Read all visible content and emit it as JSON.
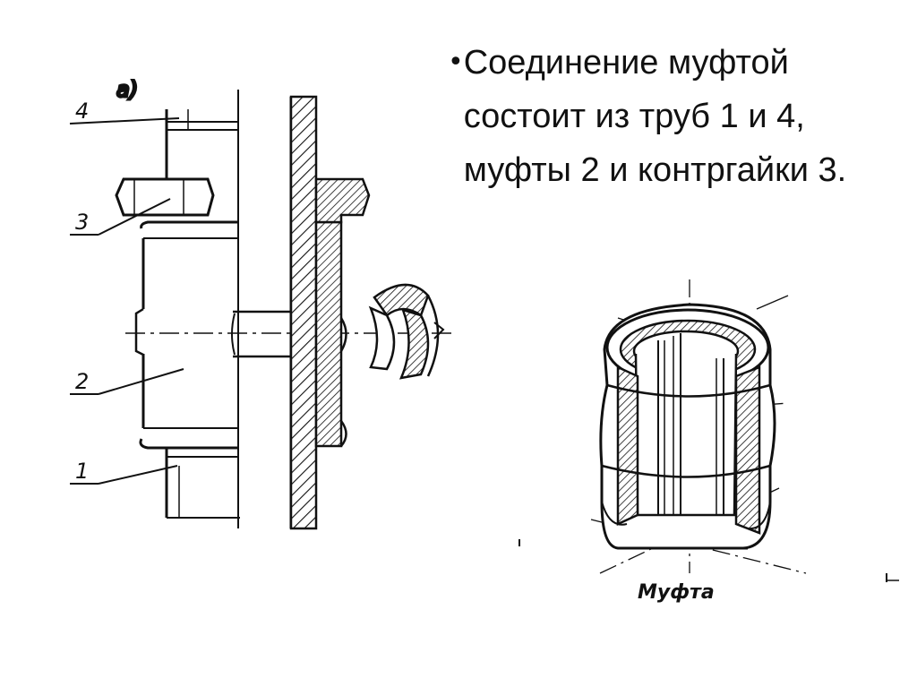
{
  "slide": {
    "bullet_symbol": "•",
    "bullet_text": "Соединение муфтой состоит из труб 1 и 4, муфты 2 и контргайки 3."
  },
  "figure_left": {
    "label_variant": "а)",
    "callouts": [
      "4",
      "3",
      "2",
      "1"
    ]
  },
  "figure_right": {
    "caption": "Муфта"
  }
}
